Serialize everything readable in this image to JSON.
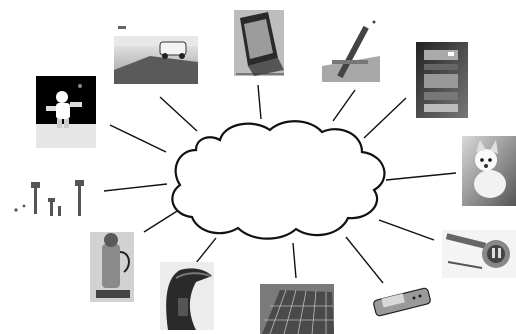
{
  "diagram": {
    "center": {
      "shape": "cloud"
    },
    "spokes": [
      {
        "id": "astronaut",
        "icon": "astronaut-photo-icon"
      },
      {
        "id": "street-car",
        "icon": "street-car-photo-icon"
      },
      {
        "id": "laptop",
        "icon": "laptop-photo-icon"
      },
      {
        "id": "pen-tablet",
        "icon": "pen-tablet-photo-icon"
      },
      {
        "id": "server-rack",
        "icon": "server-rack-photo-icon"
      },
      {
        "id": "dog",
        "icon": "dog-photo-icon"
      },
      {
        "id": "power-plug",
        "icon": "power-plug-photo-icon"
      },
      {
        "id": "mobile-phone",
        "icon": "mobile-phone-photo-icon"
      },
      {
        "id": "solar-panels",
        "icon": "solar-panels-photo-icon"
      },
      {
        "id": "car-seat",
        "icon": "car-seat-photo-icon"
      },
      {
        "id": "pump-device",
        "icon": "pump-device-photo-icon"
      },
      {
        "id": "sensor-pins",
        "icon": "sensor-pins-photo-icon"
      }
    ]
  }
}
